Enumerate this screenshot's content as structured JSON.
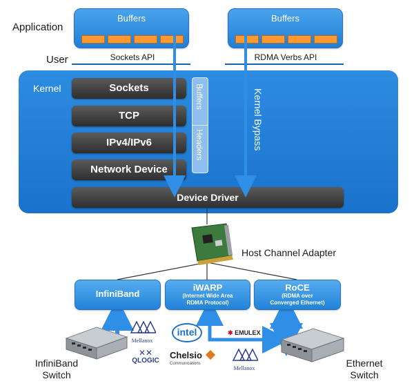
{
  "layers": {
    "application_label": "Application",
    "user_label": "User",
    "kernel_label": "Kernel"
  },
  "buffers_left": {
    "title": "Buffers"
  },
  "buffers_right": {
    "title": "Buffers"
  },
  "apis": {
    "sockets": "Sockets API",
    "rdma": "RDMA Verbs API"
  },
  "stack": {
    "sockets": "Sockets",
    "tcp": "TCP",
    "ip": "IPv4/IPv6",
    "network_device": "Network Device",
    "device_driver": "Device Driver"
  },
  "side_strip": {
    "buffers": "Buffers",
    "headers": "Headers"
  },
  "kernel_bypass": "Kernel Bypass",
  "hca_label": "Host Channel Adapter",
  "protocols": {
    "infiniband": {
      "title": "InfiniBand"
    },
    "iwarp": {
      "title": "iWARP",
      "sub1": "(Internet Wide Area",
      "sub2": "RDMA Protocol)"
    },
    "roce": {
      "title": "RoCE",
      "sub1": "(RDMA over",
      "sub2": "Converged Ethernet)"
    }
  },
  "switches": {
    "infiniband": [
      "InfiniBand",
      "Switch"
    ],
    "ethernet": [
      "Ethernet",
      "Switch"
    ]
  },
  "vendors": {
    "mellanox": "Mellanox",
    "qlogic": "QLOGIC",
    "intel": "intel",
    "chelsio": "Chelsio",
    "chelsio_tag": "Communications",
    "emulex": "EMULEX",
    "mellanox2": "Mellanox"
  },
  "colors": {
    "arrow": "#2f8fe6",
    "dark_bar": "#3a3a3a",
    "buffer_cell": "#ff9a33"
  }
}
